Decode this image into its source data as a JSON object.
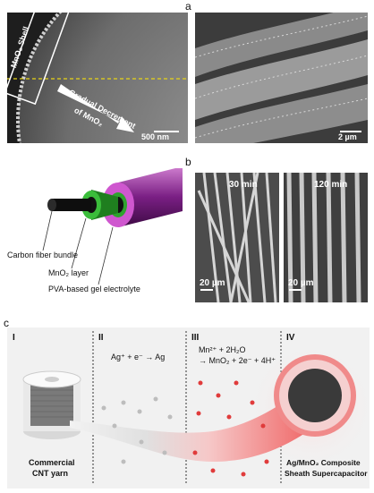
{
  "panel_a": {
    "letter": "a",
    "left_image": {
      "shell_label": "MnO₂ Shell",
      "gradient_label_line1": "Gradual Decrement",
      "gradient_label_line2": "of MnO₂",
      "scale": "500 nm"
    },
    "right_image": {
      "scale": "2 µm"
    }
  },
  "panel_b": {
    "letter": "b",
    "labels": {
      "core": "Carbon fiber bundle",
      "layer": "MnO₂ layer",
      "electrolyte": "PVA-based gel electrolyte"
    },
    "images": [
      {
        "time": "30 min",
        "scale": "20 µm"
      },
      {
        "time": "120 min",
        "scale": "20 µm"
      }
    ]
  },
  "panel_c": {
    "letter": "c",
    "stages": [
      "I",
      "II",
      "III",
      "IV"
    ],
    "eq_ag": "Ag⁺ + e⁻ → Ag",
    "eq_mn_line1": "Mn²⁺ + 2H₂O",
    "eq_mn_line2": "→ MnO₂ + 2e⁻ + 4H⁺",
    "spool_label_line1": "Commercial",
    "spool_label_line2": "CNT yarn",
    "product_label_line1": "Ag/MnO₂ Composite",
    "product_label_line2": "Sheath Supercapacitor"
  }
}
